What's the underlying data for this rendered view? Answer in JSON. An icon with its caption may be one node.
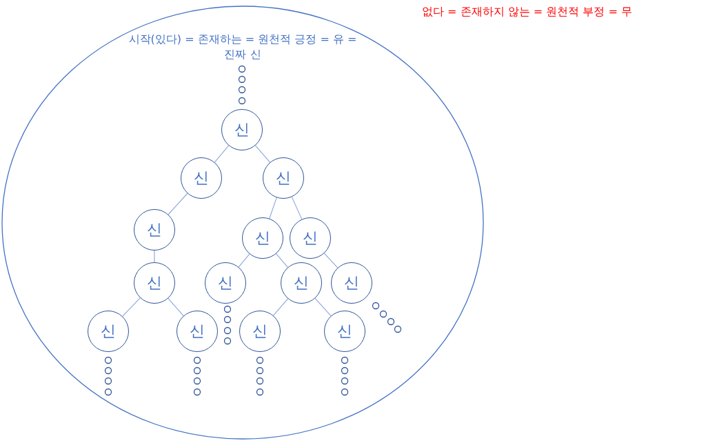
{
  "diagram": {
    "nodes": [
      {
        "text": [
          "시작(있다) = 존재하는 = 원천적 긍정 = 유 = 진짜 신"
        ]
      },
      {
        "text": [
          "신"
        ],
        "in": 0
      },
      {
        "text": [
          "신"
        ],
        "in": 0
      },
      {
        "text": [
          "신"
        ],
        "in": 0
      },
      {
        "text": [
          "신"
        ],
        "in": 0
      },
      {
        "text": [
          "신"
        ],
        "in": 0
      },
      {
        "text": [
          "신"
        ],
        "in": 0
      },
      {
        "text": [
          "신"
        ],
        "in": 0
      },
      {
        "text": [
          "신"
        ],
        "in": 0
      },
      {
        "text": [
          "신"
        ],
        "in": 0
      },
      {
        "text": [
          "신"
        ],
        "in": 0
      },
      {
        "text": [
          "신"
        ],
        "in": 0
      },
      {
        "text": [
          "신"
        ],
        "in": 0
      },
      {
        "text": [
          "신"
        ],
        "in": 0
      },
      {
        "text": [
          "신"
        ],
        "in": 0
      }
    ],
    "edges": [
      {
        "from": 1,
        "to": 2,
        "arrow": "none"
      },
      {
        "from": 1,
        "to": 3,
        "arrow": "none"
      },
      {
        "from": 2,
        "to": 4,
        "arrow": "none"
      },
      {
        "from": 3,
        "to": 5,
        "arrow": "none"
      },
      {
        "from": 3,
        "to": 6,
        "arrow": "none"
      },
      {
        "from": 4,
        "to": 7,
        "arrow": "none"
      },
      {
        "from": 5,
        "to": 8,
        "arrow": "none"
      },
      {
        "from": 5,
        "to": 9,
        "arrow": "none"
      },
      {
        "from": 6,
        "to": 10,
        "arrow": "none"
      },
      {
        "from": 7,
        "to": 11,
        "arrow": "none"
      },
      {
        "from": 7,
        "to": 12,
        "arrow": "none"
      },
      {
        "from": 9,
        "to": 13,
        "arrow": "none"
      },
      {
        "from": 9,
        "to": 14,
        "arrow": "none"
      }
    ],
    "labels": [
      "없다 = 존재하지 않는 = 원천적 부정 = 무"
    ]
  }
}
